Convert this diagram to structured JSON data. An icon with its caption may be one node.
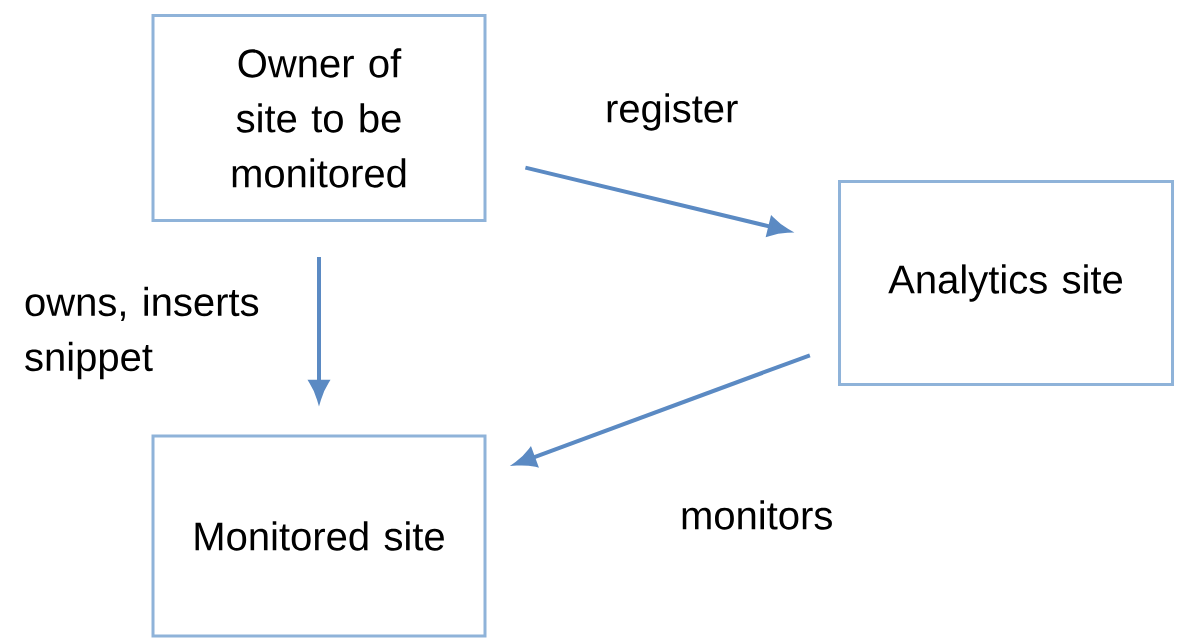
{
  "diagram": {
    "nodes": [
      {
        "text": [
          "Owner of site to be monitored"
        ]
      },
      {
        "text": [
          "Analytics site"
        ]
      },
      {
        "text": [
          "Monitored site"
        ]
      }
    ],
    "edges": [
      {
        "from": 0,
        "to": 1,
        "arrow": "to",
        "label": "register"
      },
      {
        "from": 0,
        "to": 2,
        "arrow": "to",
        "label": "owns, inserts snippet"
      },
      {
        "from": 1,
        "to": 2,
        "arrow": "to",
        "label": "monitors"
      }
    ]
  }
}
